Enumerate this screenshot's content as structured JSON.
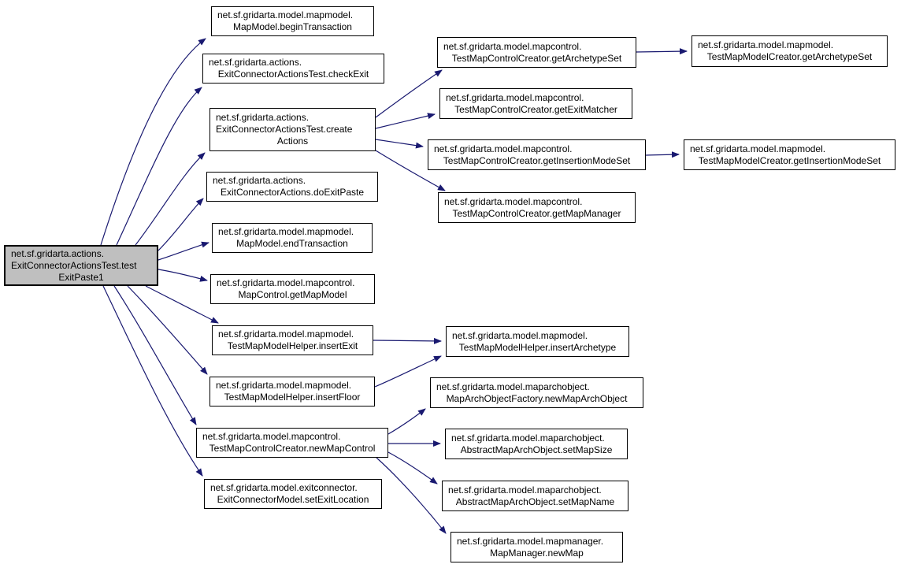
{
  "diagram": {
    "type": "call-graph",
    "colors": {
      "edge": "#191970",
      "node_border": "#000000",
      "node_fill": "#ffffff",
      "root_fill": "#bfbfbf",
      "background": "#ffffff"
    },
    "root_id": "testExitPaste1",
    "nodes": [
      {
        "id": "testExitPaste1",
        "lines": [
          "net.sf.gridarta.actions.",
          "ExitConnectorActionsTest.test",
          "ExitPaste1"
        ]
      },
      {
        "id": "beginTransaction",
        "lines": [
          "net.sf.gridarta.model.mapmodel.",
          "MapModel.beginTransaction"
        ]
      },
      {
        "id": "checkExit",
        "lines": [
          "net.sf.gridarta.actions.",
          "ExitConnectorActionsTest.checkExit"
        ]
      },
      {
        "id": "createActions",
        "lines": [
          "net.sf.gridarta.actions.",
          "ExitConnectorActionsTest.create",
          "Actions"
        ]
      },
      {
        "id": "doExitPaste",
        "lines": [
          "net.sf.gridarta.actions.",
          "ExitConnectorActions.doExitPaste"
        ]
      },
      {
        "id": "endTransaction",
        "lines": [
          "net.sf.gridarta.model.mapmodel.",
          "MapModel.endTransaction"
        ]
      },
      {
        "id": "getMapModel",
        "lines": [
          "net.sf.gridarta.model.mapcontrol.",
          "MapControl.getMapModel"
        ]
      },
      {
        "id": "insertExit",
        "lines": [
          "net.sf.gridarta.model.mapmodel.",
          "TestMapModelHelper.insertExit"
        ]
      },
      {
        "id": "insertFloor",
        "lines": [
          "net.sf.gridarta.model.mapmodel.",
          "TestMapModelHelper.insertFloor"
        ]
      },
      {
        "id": "newMapControl",
        "lines": [
          "net.sf.gridarta.model.mapcontrol.",
          "TestMapControlCreator.newMapControl"
        ]
      },
      {
        "id": "setExitLocation",
        "lines": [
          "net.sf.gridarta.model.exitconnector.",
          "ExitConnectorModel.setExitLocation"
        ]
      },
      {
        "id": "getArchetypeSet",
        "lines": [
          "net.sf.gridarta.model.mapcontrol.",
          "TestMapControlCreator.getArchetypeSet"
        ]
      },
      {
        "id": "getExitMatcher",
        "lines": [
          "net.sf.gridarta.model.mapcontrol.",
          "TestMapControlCreator.getExitMatcher"
        ]
      },
      {
        "id": "getInsertionModeSet",
        "lines": [
          "net.sf.gridarta.model.mapcontrol.",
          "TestMapControlCreator.getInsertionModeSet"
        ]
      },
      {
        "id": "getMapManager",
        "lines": [
          "net.sf.gridarta.model.mapcontrol.",
          "TestMapControlCreator.getMapManager"
        ]
      },
      {
        "id": "insertArchetype",
        "lines": [
          "net.sf.gridarta.model.mapmodel.",
          "TestMapModelHelper.insertArchetype"
        ]
      },
      {
        "id": "newMapArchObject",
        "lines": [
          "net.sf.gridarta.model.maparchobject.",
          "MapArchObjectFactory.newMapArchObject"
        ]
      },
      {
        "id": "setMapSize",
        "lines": [
          "net.sf.gridarta.model.maparchobject.",
          "AbstractMapArchObject.setMapSize"
        ]
      },
      {
        "id": "setMapName",
        "lines": [
          "net.sf.gridarta.model.maparchobject.",
          "AbstractMapArchObject.setMapName"
        ]
      },
      {
        "id": "newMap",
        "lines": [
          "net.sf.gridarta.model.mapmanager.",
          "MapManager.newMap"
        ]
      },
      {
        "id": "tmmcGetArchetypeSet",
        "lines": [
          "net.sf.gridarta.model.mapmodel.",
          "TestMapModelCreator.getArchetypeSet"
        ]
      },
      {
        "id": "tmmcGetInsertionModeSet",
        "lines": [
          "net.sf.gridarta.model.mapmodel.",
          "TestMapModelCreator.getInsertionModeSet"
        ]
      }
    ],
    "edges": [
      {
        "from": "testExitPaste1",
        "to": "beginTransaction"
      },
      {
        "from": "testExitPaste1",
        "to": "checkExit"
      },
      {
        "from": "testExitPaste1",
        "to": "createActions"
      },
      {
        "from": "testExitPaste1",
        "to": "doExitPaste"
      },
      {
        "from": "testExitPaste1",
        "to": "endTransaction"
      },
      {
        "from": "testExitPaste1",
        "to": "getMapModel"
      },
      {
        "from": "testExitPaste1",
        "to": "insertExit"
      },
      {
        "from": "testExitPaste1",
        "to": "insertFloor"
      },
      {
        "from": "testExitPaste1",
        "to": "newMapControl"
      },
      {
        "from": "testExitPaste1",
        "to": "setExitLocation"
      },
      {
        "from": "createActions",
        "to": "getArchetypeSet"
      },
      {
        "from": "createActions",
        "to": "getExitMatcher"
      },
      {
        "from": "createActions",
        "to": "getInsertionModeSet"
      },
      {
        "from": "createActions",
        "to": "getMapManager"
      },
      {
        "from": "getArchetypeSet",
        "to": "tmmcGetArchetypeSet"
      },
      {
        "from": "getInsertionModeSet",
        "to": "tmmcGetInsertionModeSet"
      },
      {
        "from": "insertExit",
        "to": "insertArchetype"
      },
      {
        "from": "insertFloor",
        "to": "insertArchetype"
      },
      {
        "from": "newMapControl",
        "to": "newMapArchObject"
      },
      {
        "from": "newMapControl",
        "to": "setMapSize"
      },
      {
        "from": "newMapControl",
        "to": "setMapName"
      },
      {
        "from": "newMapControl",
        "to": "newMap"
      }
    ]
  }
}
